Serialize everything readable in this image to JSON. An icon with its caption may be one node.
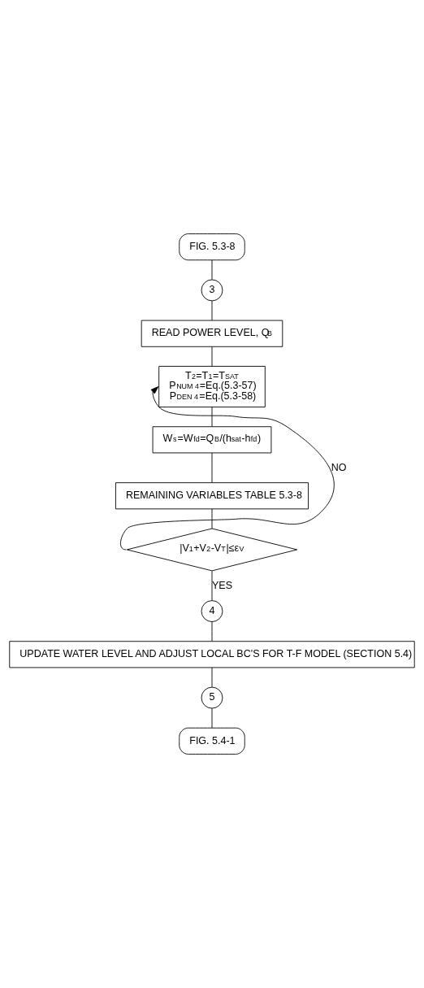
{
  "diagram": {
    "nodes": [
      {
        "text": [
          "FIG. 5.3-8"
        ]
      },
      {
        "text": [
          "3"
        ]
      },
      {
        "text": [
          "READ POWER LEVEL, Q$_{B}$"
        ]
      },
      {
        "text": [
          "T$_{2}$=T$_{1}$=T$_{SAT}$",
          "P$_{NUM 4}$=Eq.(5.3-57)",
          "P$_{DEN 4}$=Eq.(5.3-58)"
        ]
      },
      {
        "text": [
          "W$_{s}$=W$_{fd}$=Q$_{B}$/(h$_{sat}$-h$_{fd}$)"
        ]
      },
      {
        "text": [
          "REMAINING VARIABLES TABLE 5.3-8"
        ]
      },
      {
        "text": [
          "|V$_{1}$+V$_{2}$-V$_{T}$|≤ε$_{V}$"
        ]
      },
      {
        "text": [
          "4"
        ]
      },
      {
        "text": [
          "UPDATE WATER LEVEL AND ADJUST LOCAL BC'S FOR T-F MODEL (SECTION 5.4)"
        ]
      },
      {
        "text": [
          "5"
        ]
      },
      {
        "text": [
          "FIG. 5.4-1"
        ]
      }
    ],
    "edges": [
      {
        "from": 0,
        "to": 1,
        "arrow": "none"
      },
      {
        "from": 1,
        "to": 2,
        "arrow": "none"
      },
      {
        "from": 2,
        "to": 3,
        "arrow": "none"
      },
      {
        "from": 3,
        "to": 4,
        "arrow": "none"
      },
      {
        "from": 4,
        "to": 5,
        "arrow": "none"
      },
      {
        "from": 5,
        "to": 6,
        "arrow": "none"
      },
      {
        "from": 6,
        "to": 3,
        "arrow": "to",
        "label": "NO"
      },
      {
        "from": 6,
        "to": 7,
        "arrow": "none",
        "label": "YES"
      },
      {
        "from": 7,
        "to": 8,
        "arrow": "none"
      },
      {
        "from": 8,
        "to": 9,
        "arrow": "none"
      },
      {
        "from": 9,
        "to": 10,
        "arrow": "none"
      }
    ]
  }
}
